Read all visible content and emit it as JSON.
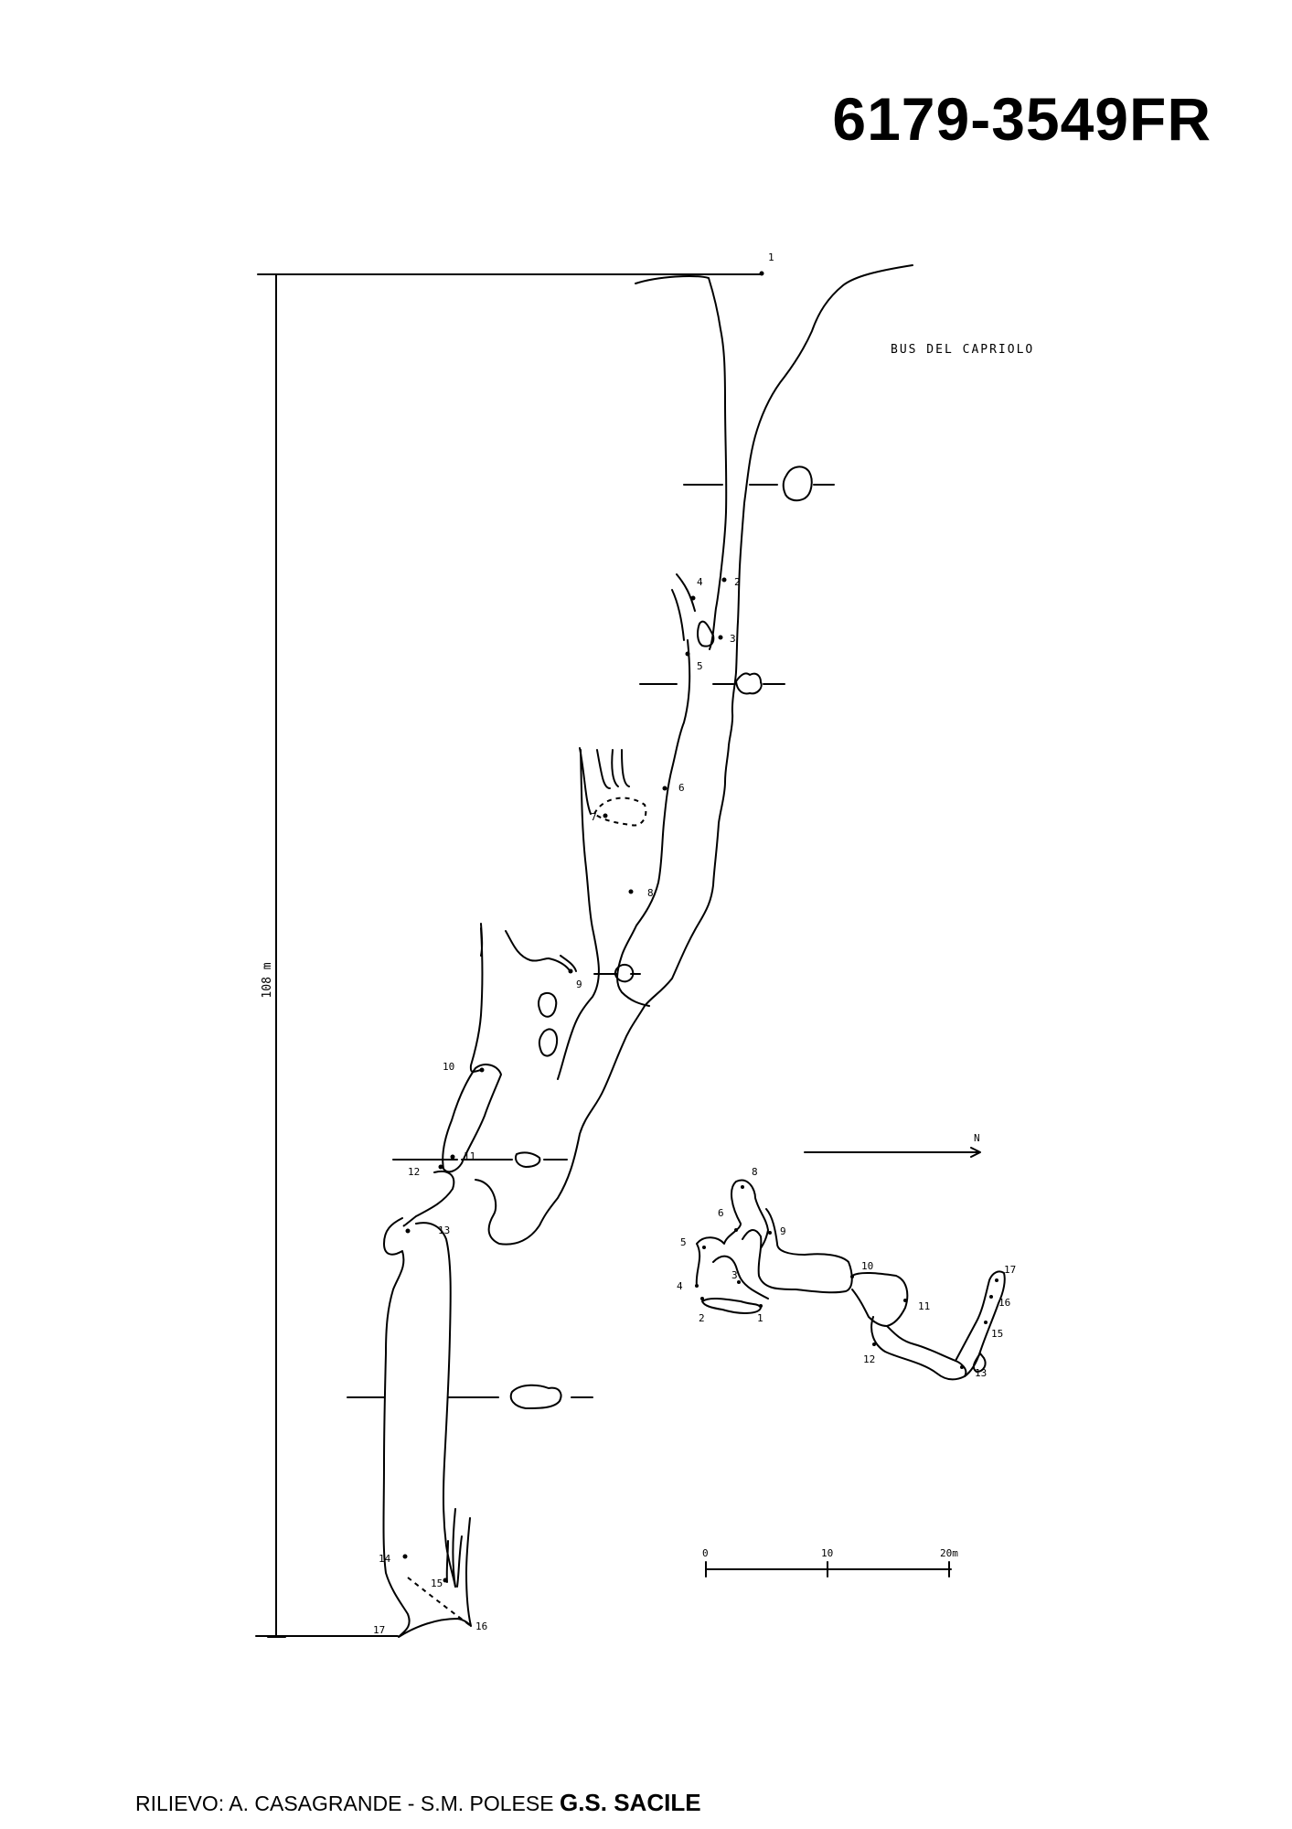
{
  "sheet": {
    "cave_id": "6179-3549FR",
    "cave_name": "BUS DEL CAPRIOLO",
    "depth_label": "108 m",
    "north_label": "N",
    "credits_prefix": "RILIEVO: A. CASAGRANDE - S.M. POLESE",
    "credits_club": "G.S. SACILE"
  },
  "scale_bar": {
    "ticks": [
      "0",
      "10",
      "20m"
    ]
  },
  "section_stations": [
    "1",
    "2",
    "3",
    "4",
    "5",
    "6",
    "7",
    "8",
    "9",
    "10",
    "11",
    "12",
    "13",
    "14",
    "15",
    "16",
    "17"
  ],
  "plan_stations": [
    "1",
    "2",
    "3",
    "4",
    "5",
    "6",
    "8",
    "9",
    "10",
    "11",
    "12",
    "13",
    "15",
    "16",
    "17"
  ]
}
